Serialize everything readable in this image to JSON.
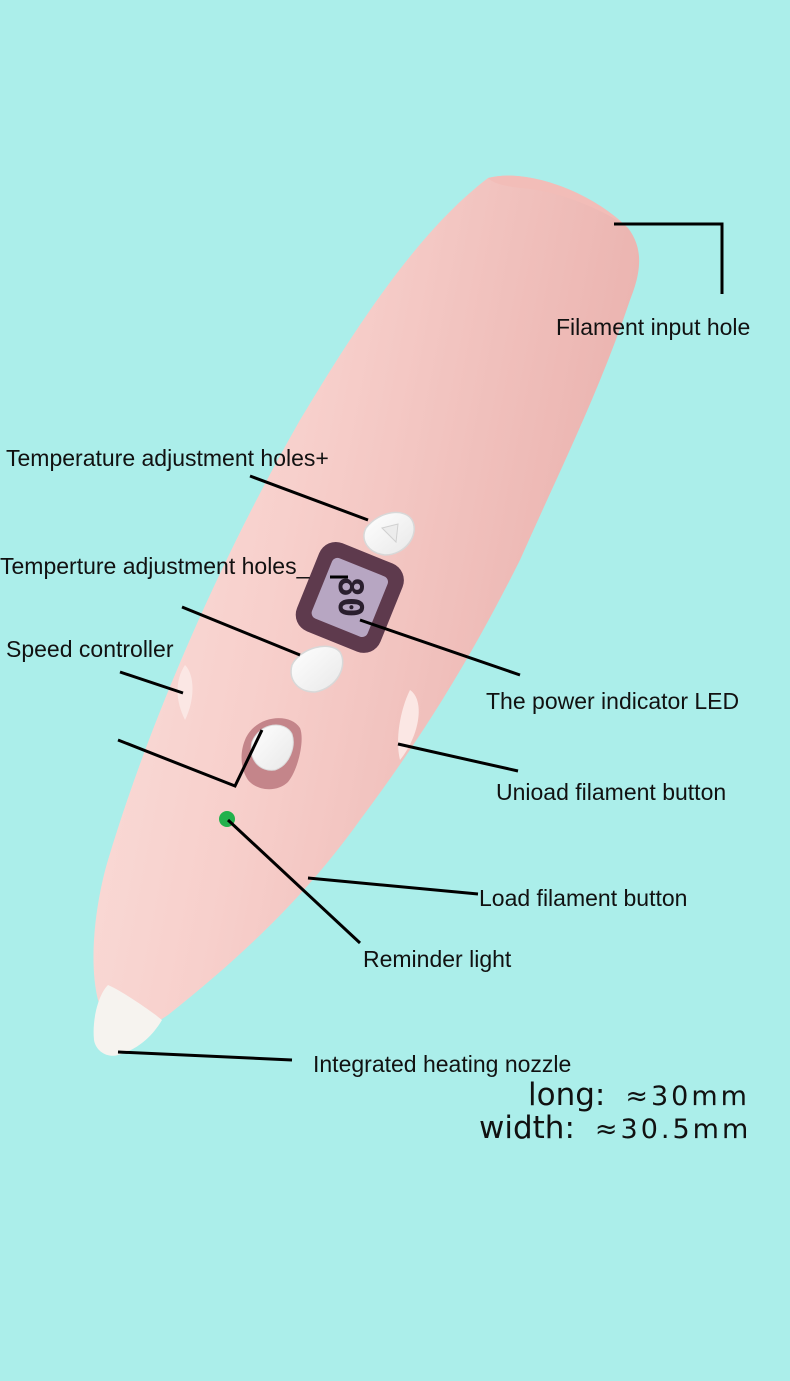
{
  "colors": {
    "background": "#abeeea",
    "pen_body": "#f7cfcb",
    "pen_shadow": "#eab2ae",
    "button": "#f6f6f6",
    "display": "#5e3a4d",
    "reminder_light": "#22b14c",
    "leader_line": "#000000"
  },
  "display": {
    "reading": "80"
  },
  "labels": {
    "filament_input_hole": "Filament input hole",
    "temp_plus": "Temperature adjustment holes+",
    "temp_minus": "Temperture adjustment holes_",
    "speed_controller": "Speed controller",
    "power_led": "The power indicator LED",
    "unload_button": "Unioad filament button",
    "load_button": "Load filament button",
    "reminder_light": "Reminder light",
    "heating_nozzle": "Integrated heating nozzle"
  },
  "dimensions": {
    "long_label": "long:",
    "long_value": "≈30mm",
    "width_label": "width:",
    "width_value": "≈30.5mm"
  }
}
